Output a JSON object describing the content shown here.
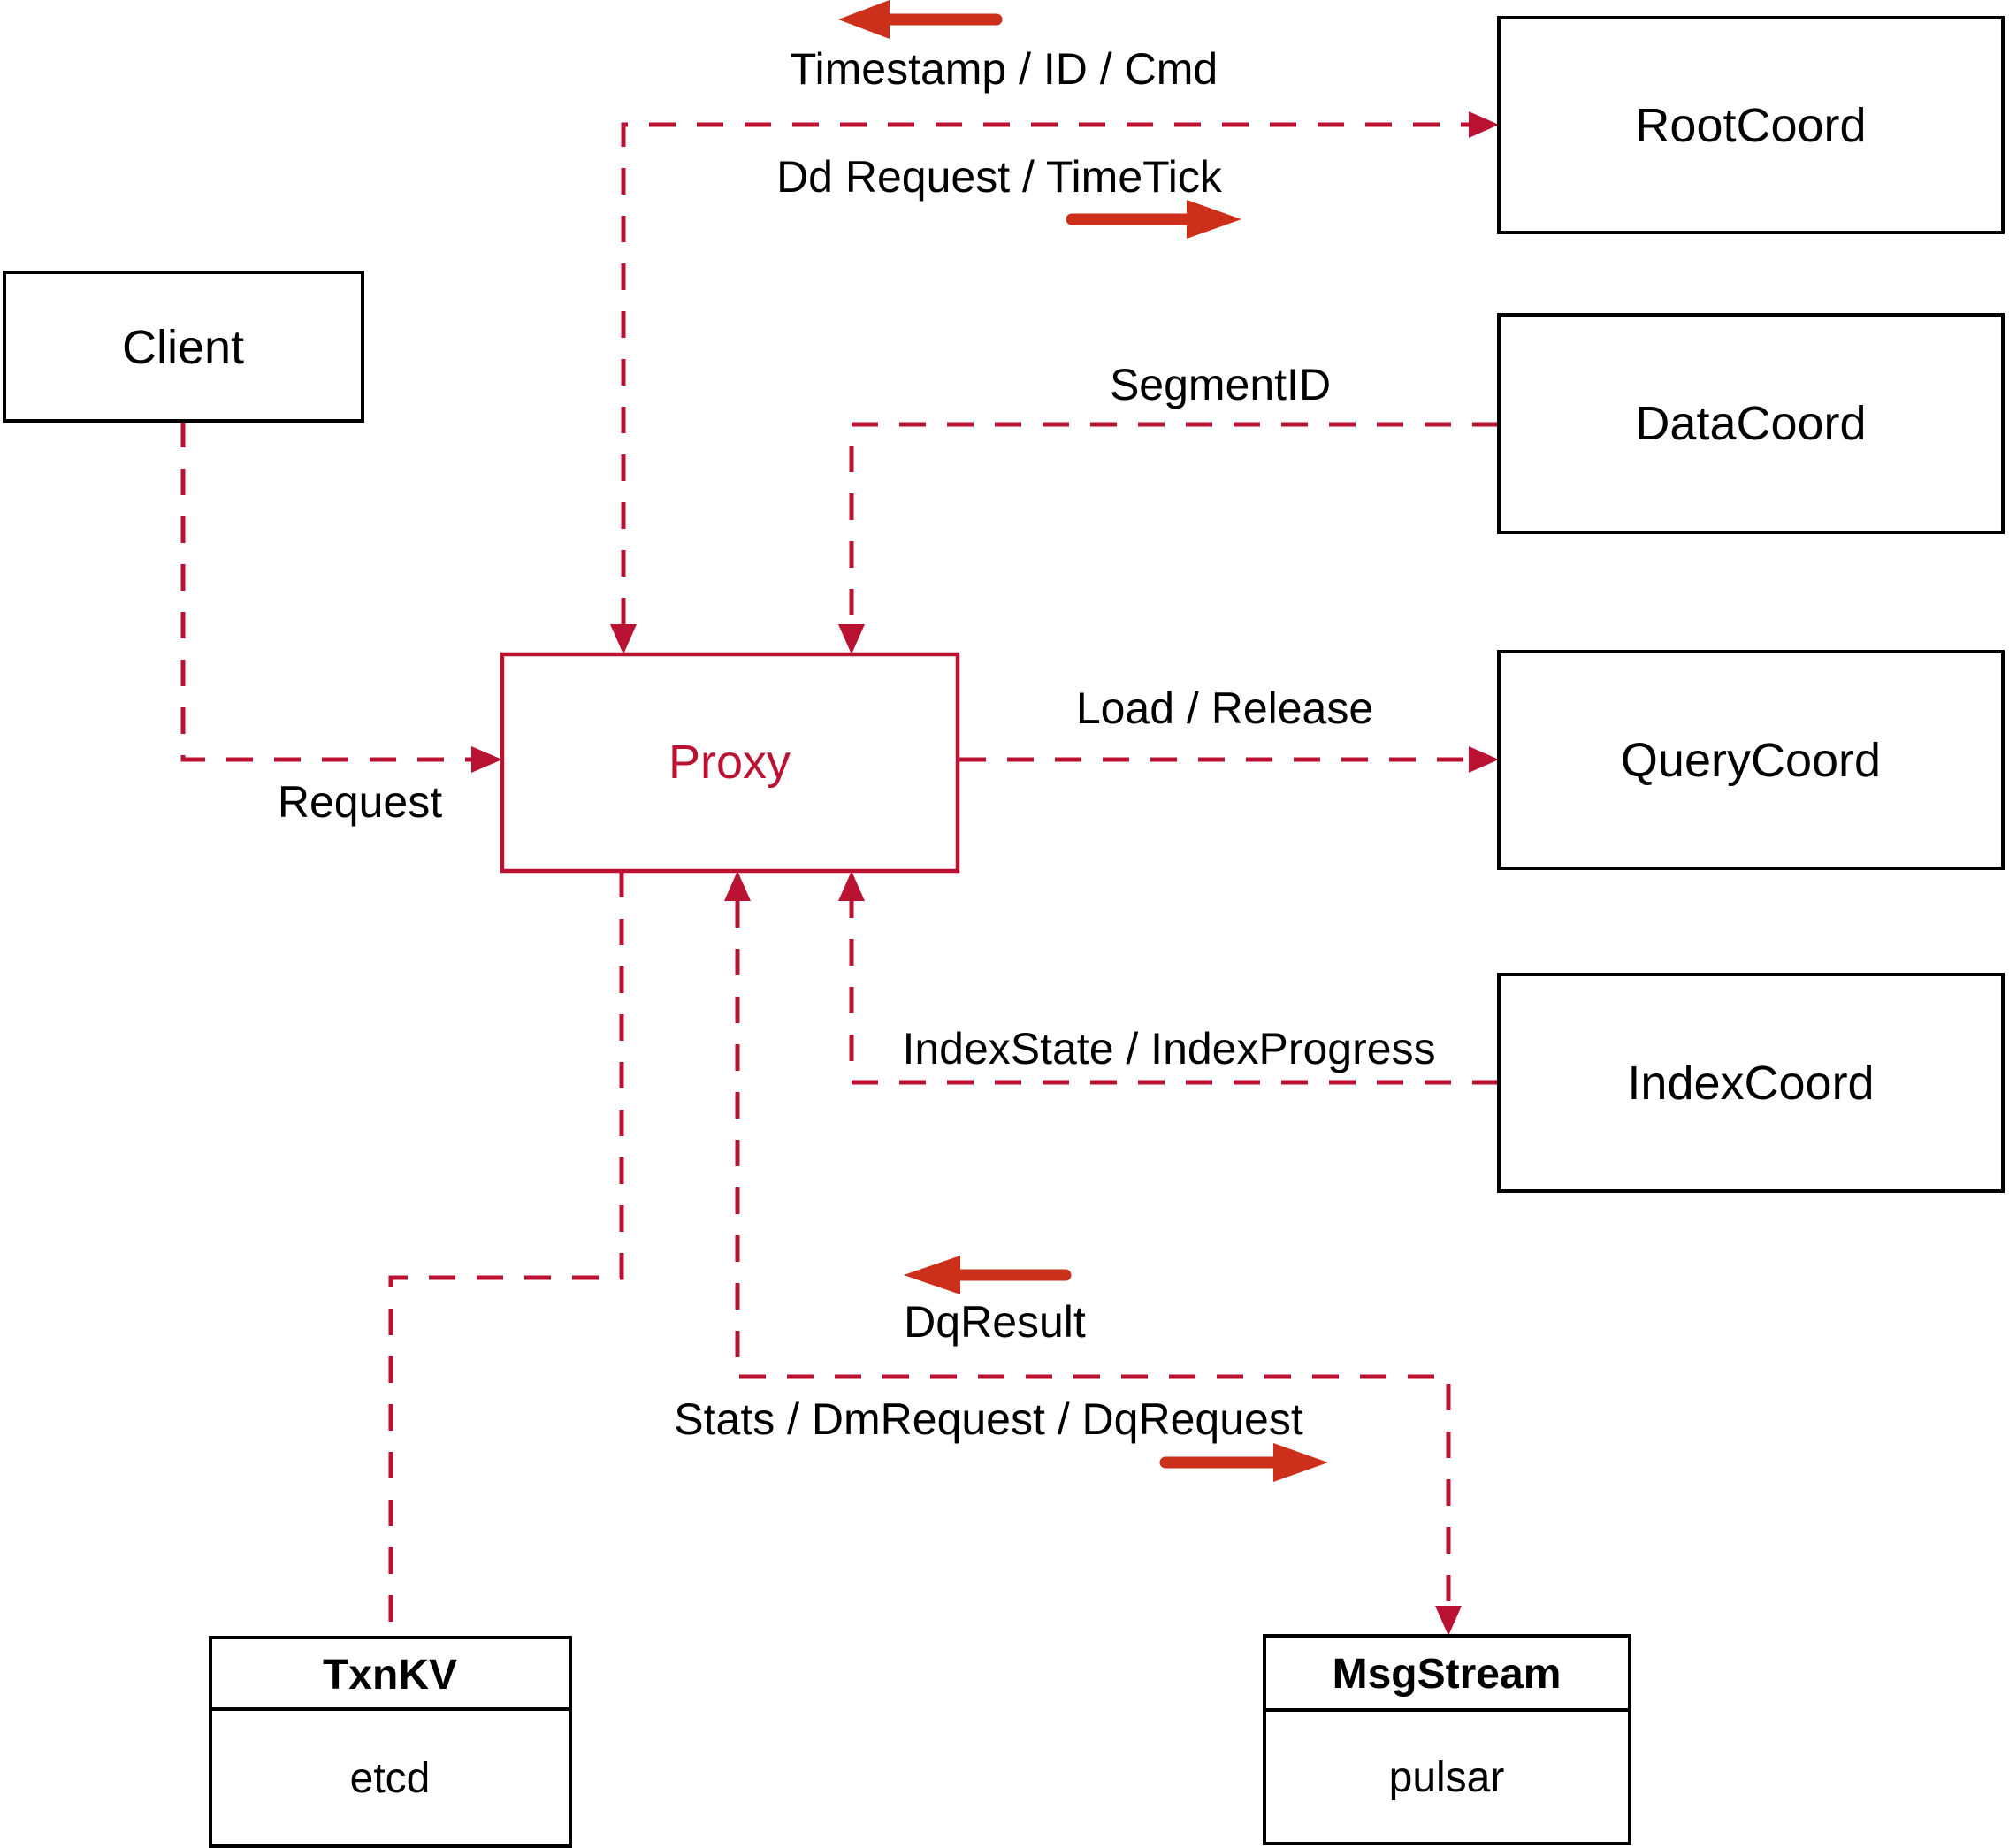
{
  "diagram": {
    "nodes": {
      "client": "Client",
      "proxy": "Proxy",
      "root_coord": "RootCoord",
      "data_coord": "DataCoord",
      "query_coord": "QueryCoord",
      "index_coord": "IndexCoord"
    },
    "stores": {
      "txn_kv": {
        "title": "TxnKV",
        "body": "etcd"
      },
      "msg_stream": {
        "title": "MsgStream",
        "body": "pulsar"
      }
    },
    "edge_labels": {
      "request": "Request",
      "timestamp_id_cmd": "Timestamp / ID / Cmd",
      "dd_request_timetick": "Dd Request / TimeTick",
      "segment_id": "SegmentID",
      "load_release": "Load / Release",
      "index_state_progress": "IndexState / IndexProgress",
      "dq_result": "DqResult",
      "stats_dm_dq": "Stats / DmRequest / DqRequest"
    },
    "colors": {
      "line": "#ba1233",
      "solid_arrow": "#cc2f1a",
      "box_border": "#000000",
      "text": "#000000",
      "background": "#ffffff"
    }
  }
}
